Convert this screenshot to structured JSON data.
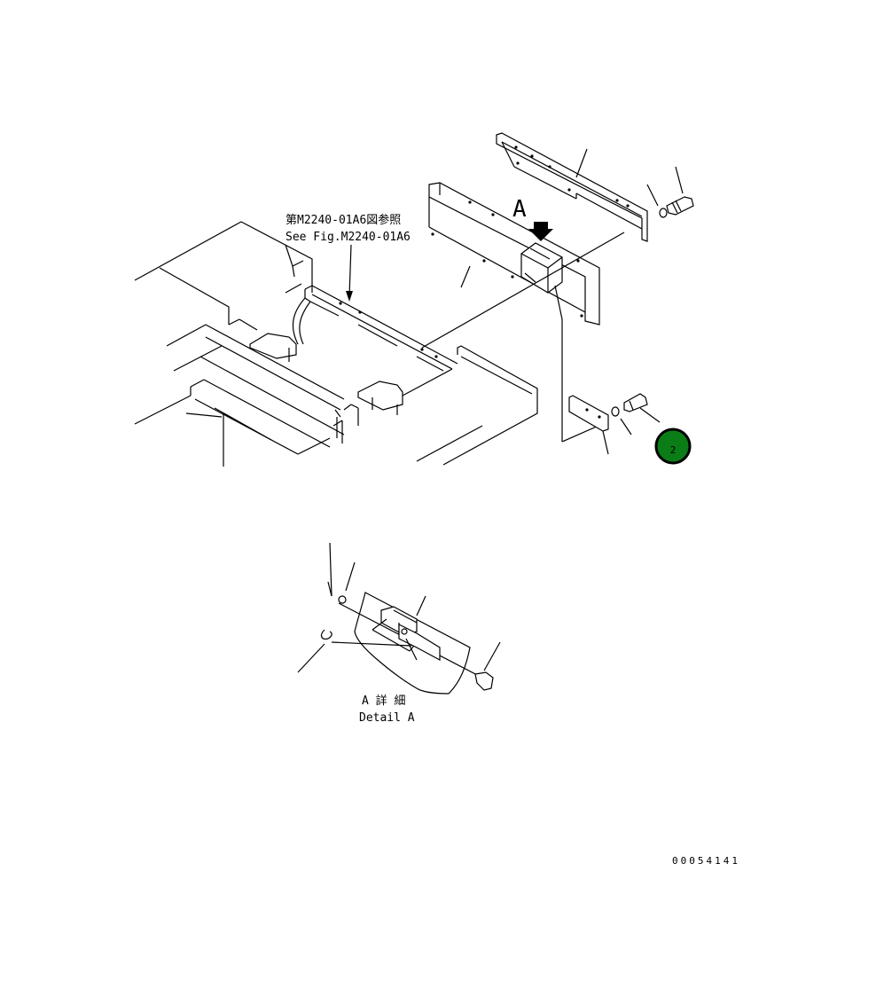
{
  "diagram": {
    "reference_note_jp": "第M2240-01A6図参照",
    "reference_note_en": "See Fig.M2240-01A6",
    "view_letter": "A",
    "detail_label_jp": "A 詳 細",
    "detail_label_en": "Detail A",
    "part_callout": "2",
    "drawing_number": "00054141",
    "colors": {
      "callout_fill": "#0a7d16",
      "callout_ring": "#000000",
      "callout_text": "#ffffff",
      "line": "#000000"
    }
  }
}
